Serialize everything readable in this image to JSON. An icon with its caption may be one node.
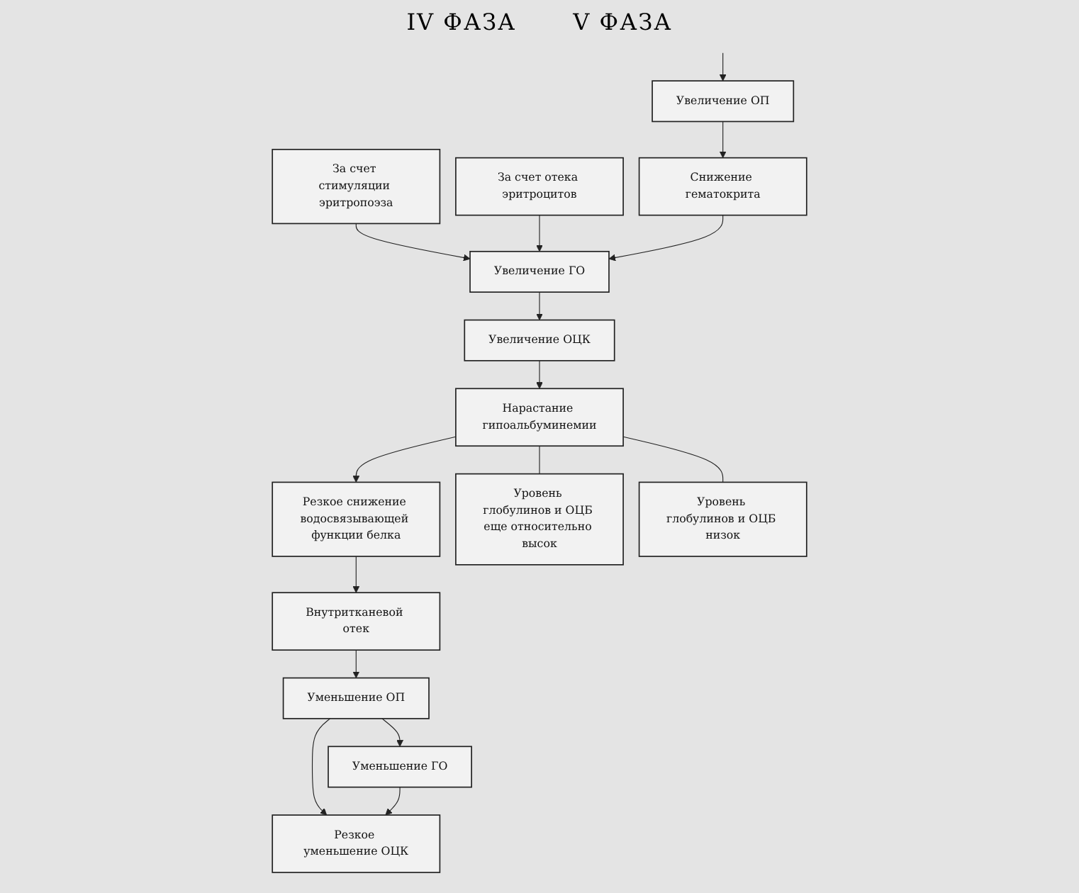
{
  "diagram": {
    "nodes": [
      {
        "text": [
          "Увеличение ОП"
        ]
      },
      {
        "text": [
          "За счет стимуляции эритропоэза"
        ]
      },
      {
        "text": [
          "За счет отека эритроцитов"
        ]
      },
      {
        "text": [
          "Снижение гематокрита"
        ]
      },
      {
        "text": [
          "Увеличение ГО"
        ]
      },
      {
        "text": [
          "Увеличение ОЦК"
        ]
      },
      {
        "text": [
          "Нарастание гипоальбуминемии"
        ]
      },
      {
        "text": [
          "Резкое снижение водосвязывающей функции белка"
        ]
      },
      {
        "text": [
          "Внутритканевой отек"
        ]
      },
      {
        "text": [
          "Уровень глобулинов и ОЦБ еще относительно высок"
        ]
      },
      {
        "text": [
          "Уровень глобулинов и ОЦБ низок"
        ]
      },
      {
        "text": [
          "Уменьшение ОП"
        ]
      },
      {
        "text": [
          "Уменьшение ГО"
        ]
      },
      {
        "text": [
          "Резкое уменьшение ОЦК"
        ]
      }
    ],
    "edges": [
      {
        "from": null,
        "to": 0,
        "arrow": "to"
      },
      {
        "from": 0,
        "to": 3,
        "arrow": "to"
      },
      {
        "from": 1,
        "to": 4,
        "arrow": "to"
      },
      {
        "from": 2,
        "to": 4,
        "arrow": "to"
      },
      {
        "from": 3,
        "to": 4,
        "arrow": "to"
      },
      {
        "from": 4,
        "to": 5,
        "arrow": "to"
      },
      {
        "from": 5,
        "to": 6,
        "arrow": "to"
      },
      {
        "from": 6,
        "to": 9,
        "arrow": "none"
      },
      {
        "from": 6,
        "to": 10,
        "arrow": "none"
      },
      {
        "from": 6,
        "to": 7,
        "arrow": "to"
      },
      {
        "from": 7,
        "to": 8,
        "arrow": "to"
      },
      {
        "from": 8,
        "to": 11,
        "arrow": "to"
      },
      {
        "from": 11,
        "to": 12,
        "arrow": "to"
      },
      {
        "from": 11,
        "to": 13,
        "arrow": "to"
      },
      {
        "from": 12,
        "to": 13,
        "arrow": "to"
      }
    ],
    "labels": [
      "IV ФАЗА",
      "V ФАЗА"
    ]
  }
}
